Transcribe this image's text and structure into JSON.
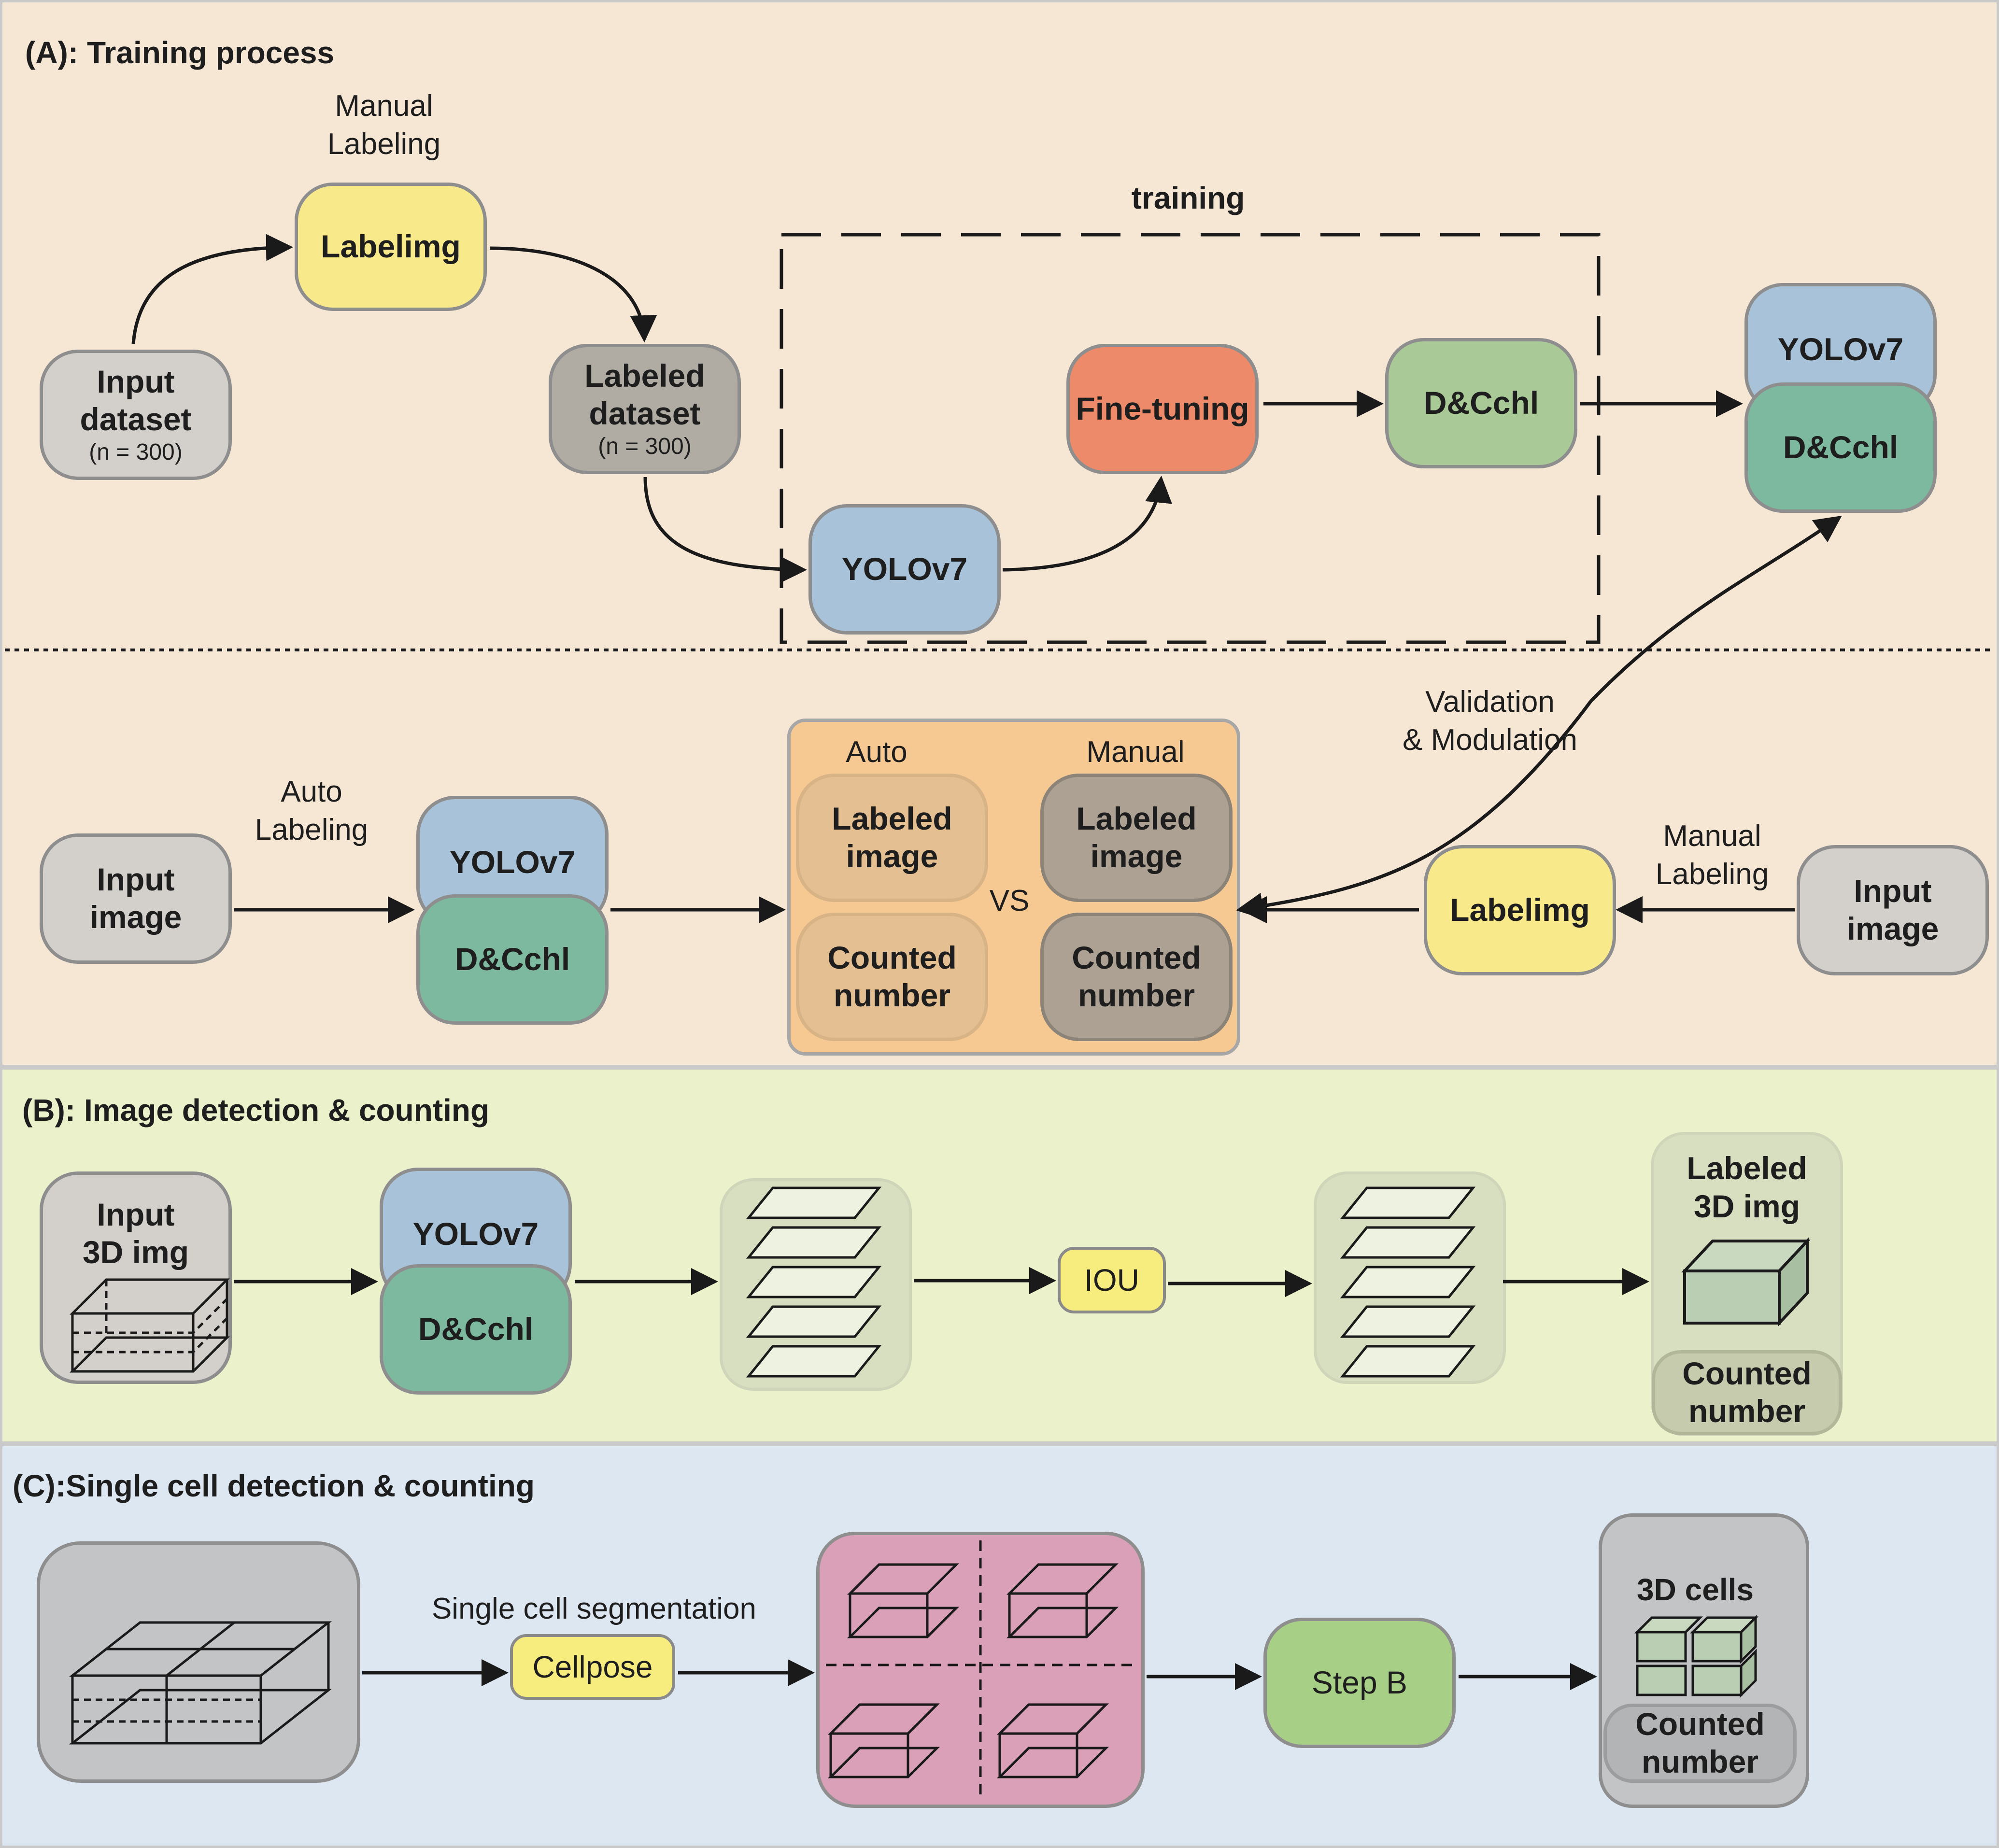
{
  "colors": {
    "panel_a_bg": "#f6e7d5",
    "panel_b_bg": "#ebf1cb",
    "panel_c_bg": "#dde7f1",
    "gray_box": "#d3d0cb",
    "dark_gray_box": "#b0aca3",
    "yellow_box": "#f8e98a",
    "blue_box": "#a8c3d9",
    "green_box": "#7cb99e",
    "light_green_box": "#a9ca97",
    "orange_box": "#ec8a69",
    "compare_bg": "#f6c892",
    "compare_auto_tile": "#e4bf92",
    "compare_manual_tile": "#aca193",
    "stack_bg": "#d8dec0",
    "pink_bg": "#d9a0b8",
    "cell_bg": "#c3c4c6",
    "step_b": "#a8cf86",
    "pill_yellow": "#f7ec7e",
    "arrow": "#1a1a1a"
  },
  "panel_a": {
    "title": "(A): Training process",
    "manual_labeling_label": [
      "Manual",
      "Labeling"
    ],
    "labelimg": "Labelimg",
    "input_dataset": {
      "line1": "Input",
      "line2": "dataset",
      "note": "(n = 300)"
    },
    "labeled_dataset": {
      "line1": "Labeled",
      "line2": "dataset",
      "note": "(n = 300)"
    },
    "training_label": "training",
    "yolov7": "YOLOv7",
    "fine_tuning": "Fine-tuning",
    "dcchl": "D&Cchl",
    "result": {
      "top": "YOLOv7",
      "bottom": "D&Cchl"
    },
    "validation_label": [
      "Validation",
      "& Modulation"
    ],
    "input_image_left": [
      "Input",
      "image"
    ],
    "auto_labeling_label": [
      "Auto",
      "Labeling"
    ],
    "model_stack": {
      "top": "YOLOv7",
      "bottom": "D&Cchl"
    },
    "compare": {
      "auto_header": "Auto",
      "manual_header": "Manual",
      "labeled_image": [
        "Labeled",
        "image"
      ],
      "counted_number": [
        "Counted",
        "number"
      ],
      "vs": "VS"
    },
    "labelimg_right": "Labelimg",
    "manual_labeling_right": [
      "Manual",
      "Labeling"
    ],
    "input_image_right": [
      "Input",
      "image"
    ]
  },
  "panel_b": {
    "title": "(B):  Image detection & counting",
    "input_3d": [
      "Input",
      "3D img"
    ],
    "model_stack": {
      "top": "YOLOv7",
      "bottom": "D&Cchl"
    },
    "iou": "IOU",
    "labeled_3d": [
      "Labeled",
      "3D img"
    ],
    "counted_number": [
      "Counted",
      "number"
    ]
  },
  "panel_c": {
    "title": "(C):Single cell detection & counting",
    "segmentation_label": "Single cell segmentation",
    "cellpose": "Cellpose",
    "step_b": "Step B",
    "cells_3d": "3D cells",
    "counted_number": [
      "Counted",
      "number"
    ]
  }
}
